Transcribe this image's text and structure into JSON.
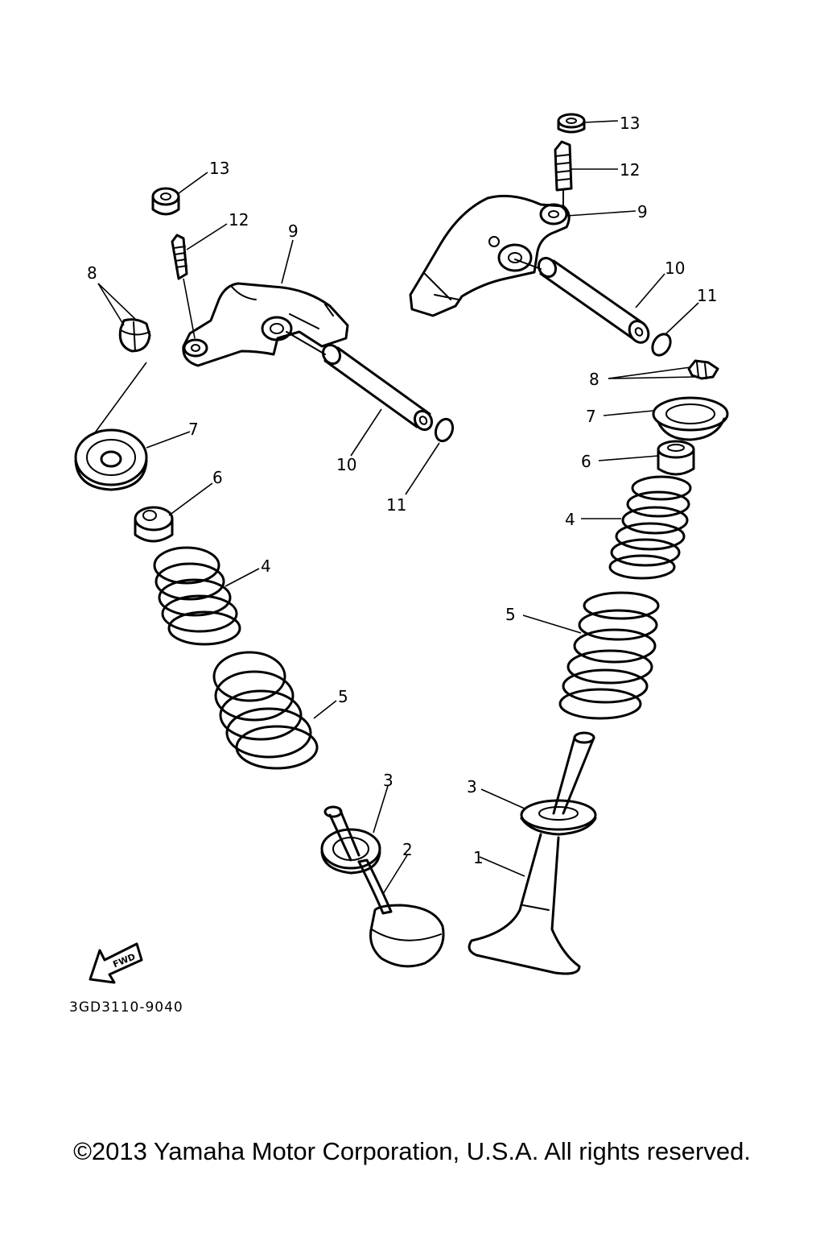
{
  "diagram": {
    "callouts": {
      "c1": "1",
      "c2": "2",
      "c3a": "3",
      "c3b": "3",
      "c4a": "4",
      "c4b": "4",
      "c5a": "5",
      "c5b": "5",
      "c6a": "6",
      "c6b": "6",
      "c7a": "7",
      "c7b": "7",
      "c8a": "8",
      "c8b": "8",
      "c9a": "9",
      "c9b": "9",
      "c10a": "10",
      "c10b": "10",
      "c11a": "11",
      "c11b": "11",
      "c12a": "12",
      "c12b": "12",
      "c13a": "13",
      "c13b": "13"
    },
    "fwd_label": "FWD",
    "drawing_code": "3GD3110-9040",
    "icons": [
      "fwd-arrow-icon"
    ]
  },
  "footer": {
    "copyright": "©2013 Yamaha Motor Corporation, U.S.A. All rights reserved."
  }
}
